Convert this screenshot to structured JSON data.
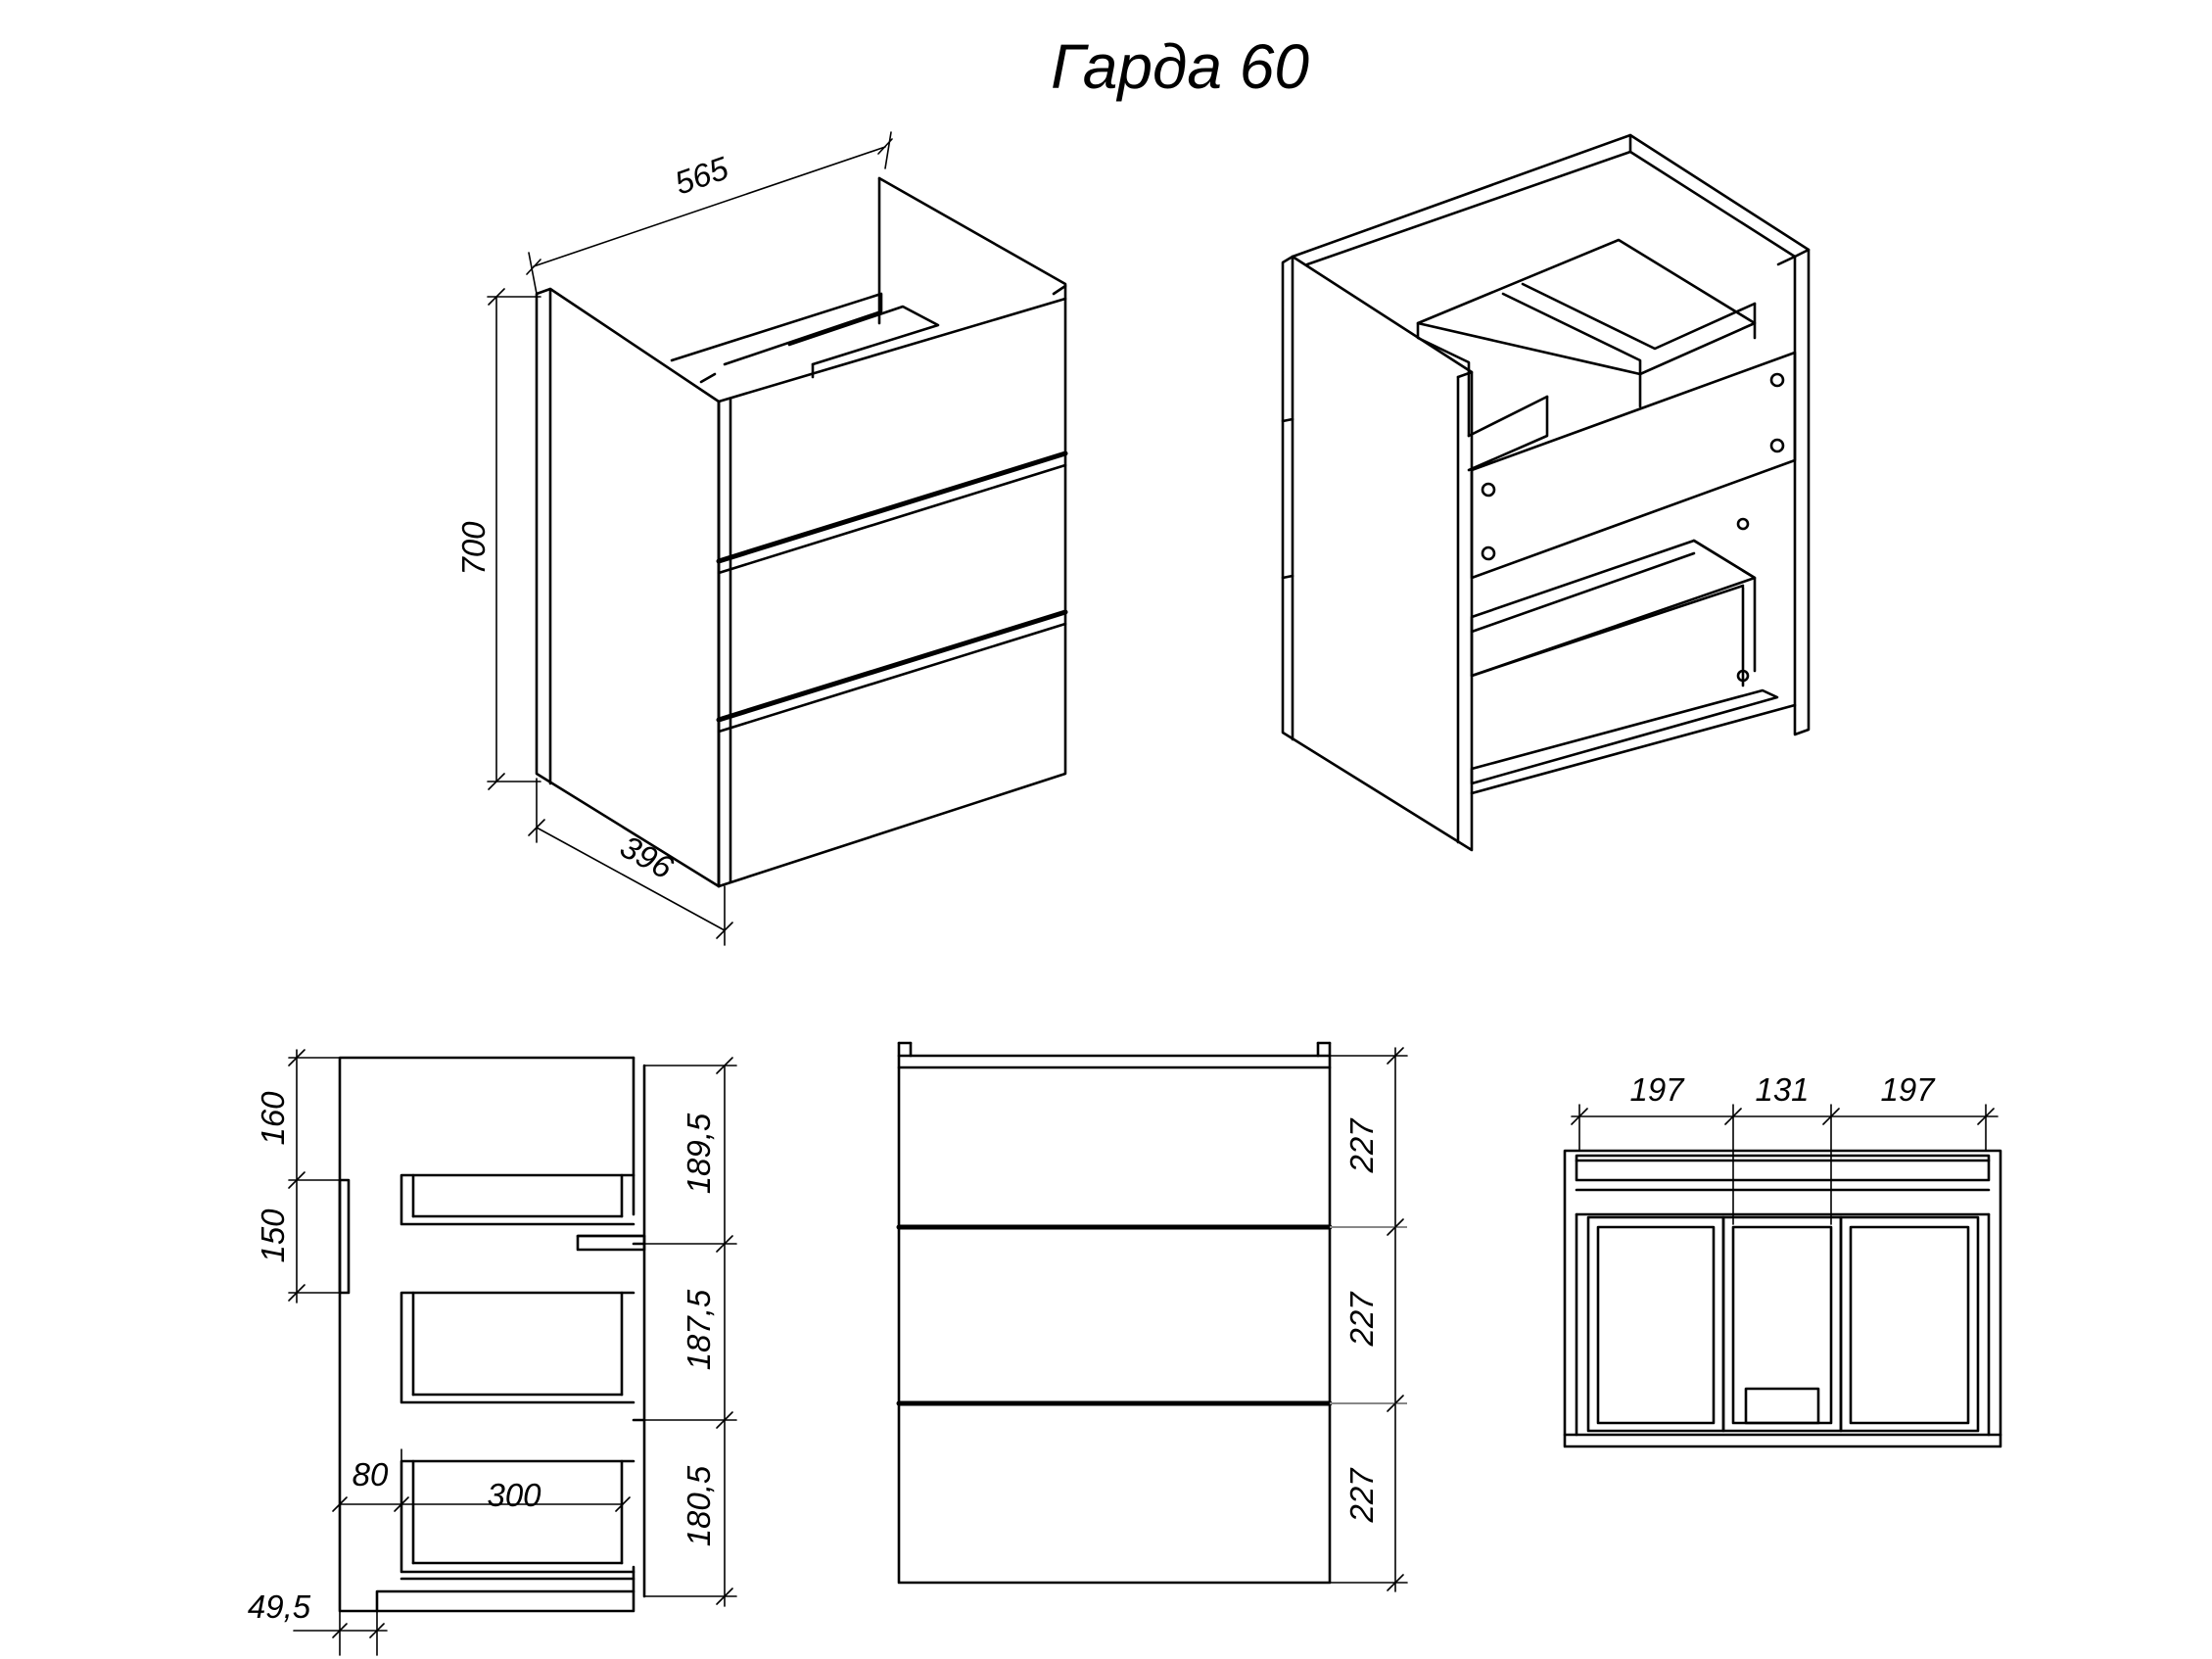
{
  "title": "Гарда 60",
  "dimensions": {
    "width": "565",
    "height": "700",
    "depth": "396",
    "side_top": "160",
    "side_handle": "150",
    "drawer_1": "189,5",
    "drawer_2": "187,5",
    "drawer_3": "180,5",
    "inset": "80",
    "inner_depth": "300",
    "plinth": "49,5",
    "front_1": "227",
    "front_2": "227",
    "front_3": "227",
    "top_left": "197",
    "top_middle": "131",
    "top_right": "197"
  },
  "views": [
    "iso-closed",
    "iso-open",
    "side-section",
    "front",
    "top"
  ]
}
